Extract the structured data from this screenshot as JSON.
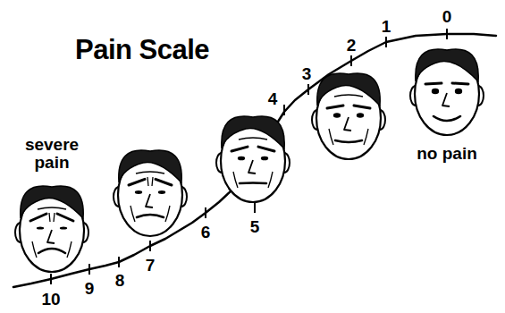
{
  "diagram": {
    "title": "Pain Scale",
    "labels": [
      "severe pain",
      "10",
      "9",
      "8",
      "7",
      "6",
      "5",
      "4",
      "3",
      "2",
      "1",
      "0",
      "no pain"
    ]
  }
}
